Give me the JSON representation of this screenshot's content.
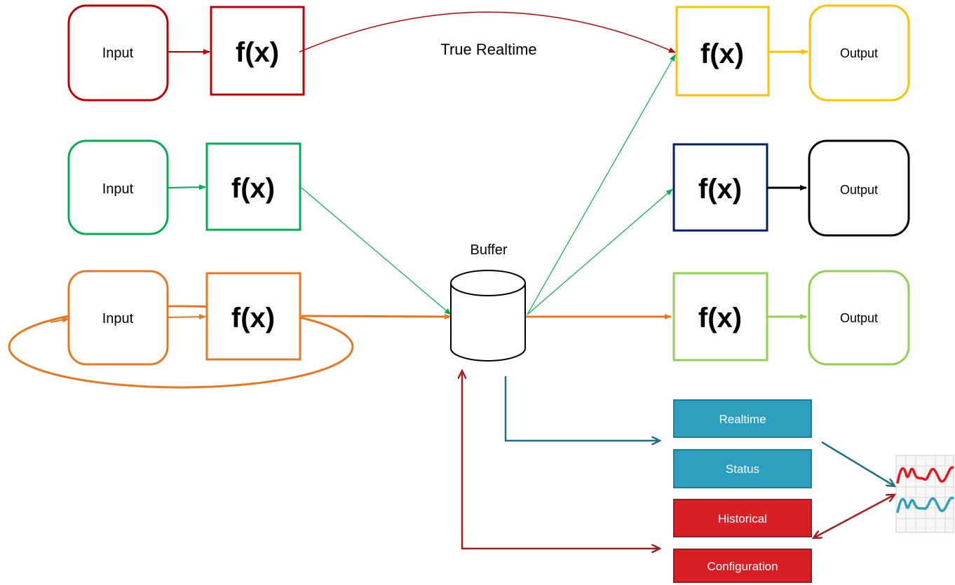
{
  "row_top": {
    "input_label": "Input",
    "function_label": "f(x)"
  },
  "row_mid": {
    "input_label": "Input",
    "function_label": "f(x)"
  },
  "row_bottom": {
    "input_label": "Input",
    "function_label": "f(x)"
  },
  "true_realtime_label": "True Realtime",
  "buffer_label": "Buffer",
  "outputs": [
    {
      "function_label": "f(x)",
      "output_label": "Output"
    },
    {
      "function_label": "f(x)",
      "output_label": "Output"
    },
    {
      "function_label": "f(x)",
      "output_label": "Output"
    }
  ],
  "panels": {
    "realtime": "Realtime",
    "status": "Status",
    "historical": "Historical",
    "configuration": "Configuration"
  },
  "colors": {
    "red": "#c00000",
    "green": "#00b050",
    "orange": "#e87722",
    "yellow": "#ffc000",
    "navy": "#002060",
    "black": "#000000",
    "lightgreen": "#92d050",
    "teal": "#2e9fbf",
    "teal_dark": "#1f7f9a",
    "crimson": "#d91f26",
    "crimson_dark": "#a01a1e",
    "arrow_teal": "#1b6f86",
    "arrow_darkred": "#a02020"
  }
}
